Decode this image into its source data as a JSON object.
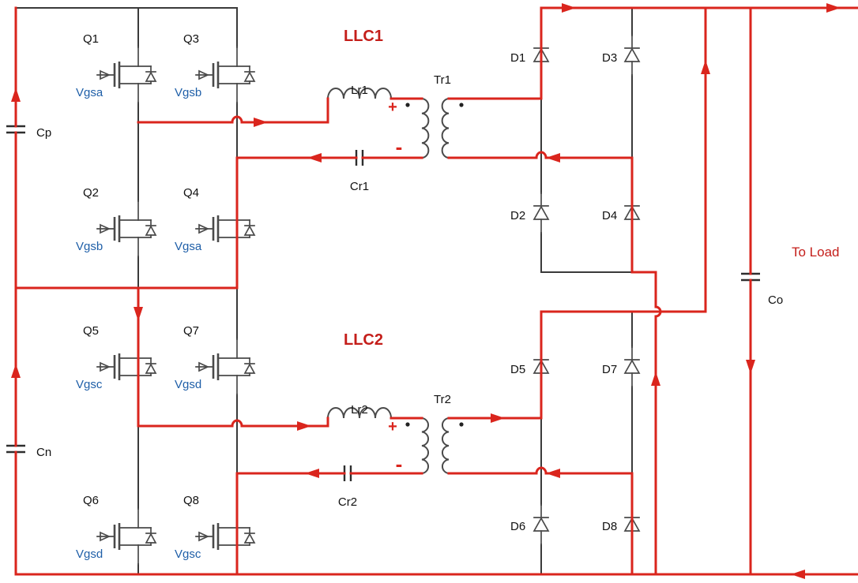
{
  "colors": {
    "current_path": "#da251d",
    "wire": "#3a3a3a",
    "gate_label": "#1f5fa8",
    "heading": "#c41e1a"
  },
  "titles": {
    "llc1": "LLC1",
    "llc2": "LLC2"
  },
  "load_label": "To Load",
  "mosfets": [
    {
      "name": "Q1",
      "gate": "Vgsa"
    },
    {
      "name": "Q2",
      "gate": "Vgsb"
    },
    {
      "name": "Q3",
      "gate": "Vgsb"
    },
    {
      "name": "Q4",
      "gate": "Vgsa"
    },
    {
      "name": "Q5",
      "gate": "Vgsc"
    },
    {
      "name": "Q6",
      "gate": "Vgsd"
    },
    {
      "name": "Q7",
      "gate": "Vgsd"
    },
    {
      "name": "Q8",
      "gate": "Vgsc"
    }
  ],
  "diodes": [
    {
      "name": "D1"
    },
    {
      "name": "D2"
    },
    {
      "name": "D3"
    },
    {
      "name": "D4"
    },
    {
      "name": "D5"
    },
    {
      "name": "D6"
    },
    {
      "name": "D7"
    },
    {
      "name": "D8"
    }
  ],
  "capacitors": {
    "cp": "Cp",
    "cn": "Cn",
    "co": "Co",
    "cr1": "Cr1",
    "cr2": "Cr2"
  },
  "inductors": {
    "lr1": "Lr1",
    "lr2": "Lr2"
  },
  "transformers": {
    "tr1": "Tr1",
    "tr2": "Tr2"
  },
  "polarity": {
    "plus": "+",
    "minus": "-"
  }
}
